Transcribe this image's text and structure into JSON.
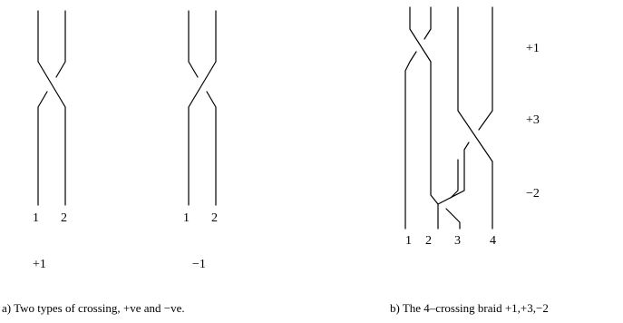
{
  "panel_a": {
    "left_braid": {
      "strands": [
        "1",
        "2"
      ],
      "sign": "+1"
    },
    "right_braid": {
      "strands": [
        "1",
        "2"
      ],
      "sign": "−1"
    },
    "caption": "a) Two types of crossing, +ve and −ve."
  },
  "panel_b": {
    "strands": [
      "1",
      "2",
      "3",
      "4"
    ],
    "crossing_labels": [
      "+1",
      "+3",
      "−2"
    ],
    "caption": "b) The 4–crossing braid +1,+3,−2"
  },
  "colors": {
    "ink": "#000000",
    "background": "#ffffff"
  }
}
